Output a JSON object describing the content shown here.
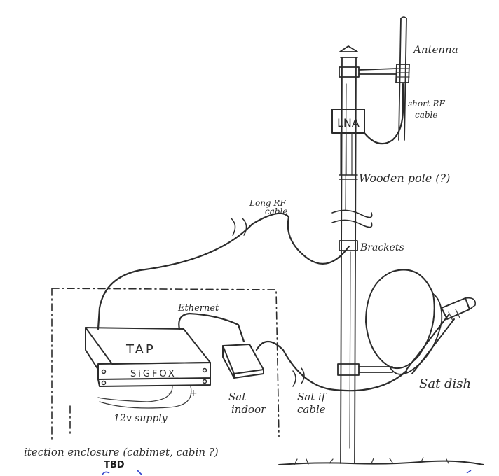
{
  "labels": {
    "antenna": "Antenna",
    "short_rf_line1": "short RF",
    "short_rf_line2": "cable",
    "lna": "LNA",
    "wooden_pole": "Wooden pole (?)",
    "long_rf_line1": "Long RF",
    "long_rf_line2": "cable",
    "brackets": "Brackets",
    "ethernet": "Ethernet",
    "tap": "TAP",
    "sigfox": "SiGFOX",
    "minus": "-",
    "plus": "+",
    "supply": "12v supply",
    "sat_indoor_line1": "Sat",
    "sat_indoor_line2": "indoor",
    "sat_if_line1": "Sat if",
    "sat_if_line2": "cable",
    "sat_dish": "Sat dish",
    "enclosure": "itection  enclosure  (cabimet, cabin ?)",
    "tbd": "TBD"
  },
  "colors": {
    "ink": "#2b2b2b",
    "accent_blue": "#3344cc"
  }
}
